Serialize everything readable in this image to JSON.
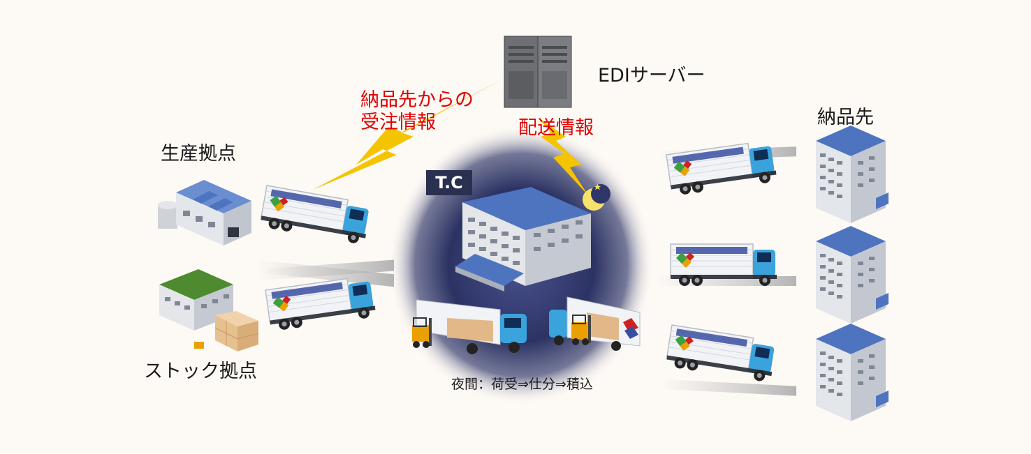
{
  "labels": {
    "edi_server": "EDIサーバー",
    "order_info_line1": "納品先からの",
    "order_info_line2": "受注情報",
    "delivery_info": "配送情報",
    "production_base": "生産拠点",
    "stock_base": "ストック拠点",
    "destination": "納品先",
    "tc": "T.C",
    "night_process": "夜間：荷受⇒仕分⇒積込"
  },
  "icons": {
    "server": "server-rack-icon",
    "lightning": "lightning-bolt-icon",
    "moon": "crescent-moon-icon",
    "truck": "cargo-truck-icon",
    "factory": "factory-icon",
    "warehouse": "warehouse-icon",
    "office": "office-building-icon",
    "forklift": "forklift-icon",
    "arrow": "arrow-right-icon"
  },
  "colors": {
    "alert_text": "#e00000",
    "lightning": "#f5c400",
    "roof_blue": "#4e74c0",
    "roof_green": "#4d8a30",
    "truck_blue": "#3aa3dc",
    "night_glow": "#242a55"
  }
}
